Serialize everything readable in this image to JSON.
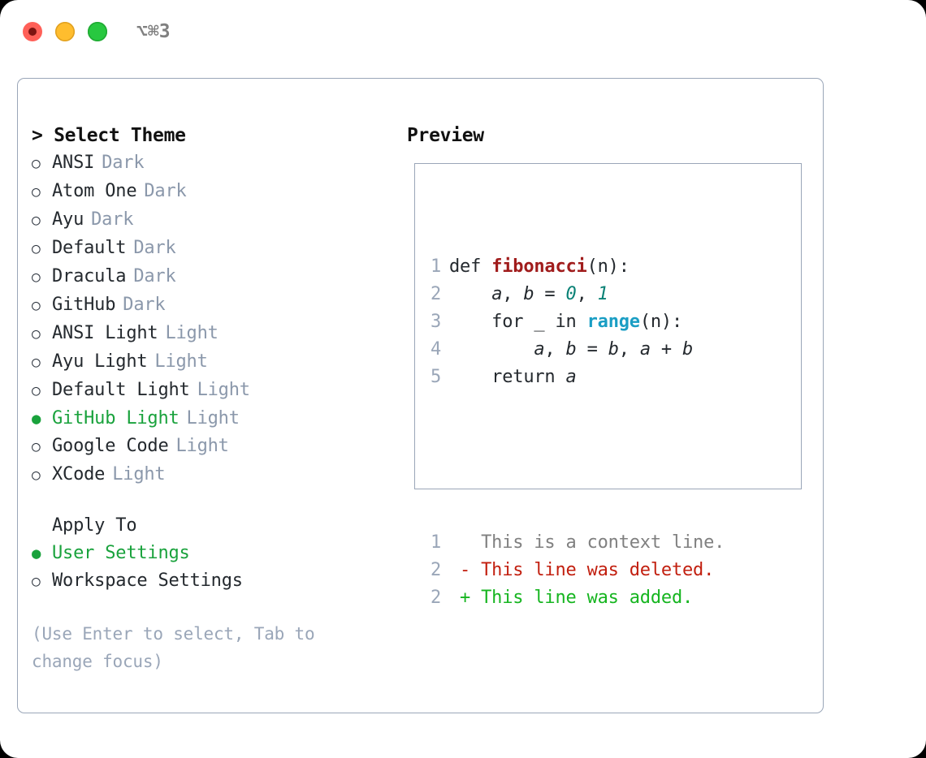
{
  "titlebar": {
    "shortcut": "⌥⌘3",
    "buttons": {
      "close": "close",
      "minimize": "minimize",
      "maximize": "maximize"
    }
  },
  "theme_picker": {
    "heading": "> Select Theme",
    "bullet_unselected": "○",
    "bullet_selected": "●",
    "items": [
      {
        "name": "ANSI",
        "tag": "Dark",
        "selected": false
      },
      {
        "name": "Atom One",
        "tag": "Dark",
        "selected": false
      },
      {
        "name": "Ayu",
        "tag": "Dark",
        "selected": false
      },
      {
        "name": "Default",
        "tag": "Dark",
        "selected": false
      },
      {
        "name": "Dracula",
        "tag": "Dark",
        "selected": false
      },
      {
        "name": "GitHub",
        "tag": "Dark",
        "selected": false
      },
      {
        "name": "ANSI Light",
        "tag": "Light",
        "selected": false
      },
      {
        "name": "Ayu Light",
        "tag": "Light",
        "selected": false
      },
      {
        "name": "Default Light",
        "tag": "Light",
        "selected": false
      },
      {
        "name": "GitHub Light",
        "tag": "Light",
        "selected": true
      },
      {
        "name": "Google Code",
        "tag": "Light",
        "selected": false
      },
      {
        "name": "XCode",
        "tag": "Light",
        "selected": false
      }
    ]
  },
  "apply_to": {
    "heading": "Apply To",
    "items": [
      {
        "name": "User Settings",
        "selected": true
      },
      {
        "name": "Workspace Settings",
        "selected": false
      }
    ]
  },
  "hint": "(Use Enter to select, Tab to change focus)",
  "preview": {
    "heading": "Preview",
    "code_lines": [
      {
        "num": "1",
        "tokens": [
          {
            "text": "def ",
            "kind": "plain"
          },
          {
            "text": "fibonacci",
            "kind": "fn"
          },
          {
            "text": "(n):",
            "kind": "plain"
          }
        ]
      },
      {
        "num": "2",
        "tokens": [
          {
            "text": "    ",
            "kind": "plain"
          },
          {
            "text": "a",
            "kind": "var"
          },
          {
            "text": ", ",
            "kind": "plain"
          },
          {
            "text": "b",
            "kind": "var"
          },
          {
            "text": " = ",
            "kind": "plain"
          },
          {
            "text": "0",
            "kind": "num"
          },
          {
            "text": ", ",
            "kind": "plain"
          },
          {
            "text": "1",
            "kind": "num"
          }
        ]
      },
      {
        "num": "3",
        "tokens": [
          {
            "text": "    for ",
            "kind": "plain"
          },
          {
            "text": "_",
            "kind": "plain"
          },
          {
            "text": " in ",
            "kind": "plain"
          },
          {
            "text": "range",
            "kind": "builtin"
          },
          {
            "text": "(n):",
            "kind": "plain"
          }
        ]
      },
      {
        "num": "4",
        "tokens": [
          {
            "text": "        ",
            "kind": "plain"
          },
          {
            "text": "a",
            "kind": "var"
          },
          {
            "text": ", ",
            "kind": "plain"
          },
          {
            "text": "b",
            "kind": "var"
          },
          {
            "text": " = ",
            "kind": "plain"
          },
          {
            "text": "b",
            "kind": "var"
          },
          {
            "text": ", ",
            "kind": "plain"
          },
          {
            "text": "a",
            "kind": "var"
          },
          {
            "text": " + ",
            "kind": "plain"
          },
          {
            "text": "b",
            "kind": "var"
          }
        ]
      },
      {
        "num": "5",
        "tokens": [
          {
            "text": "    return ",
            "kind": "plain"
          },
          {
            "text": "a",
            "kind": "var"
          }
        ]
      }
    ],
    "diff_lines": [
      {
        "num": "1",
        "marker": " ",
        "text": "This is a context line.",
        "kind": "ctx"
      },
      {
        "num": "2",
        "marker": "-",
        "text": "This line was deleted.",
        "kind": "del"
      },
      {
        "num": "2",
        "marker": "+",
        "text": "This line was added.",
        "kind": "add"
      }
    ]
  },
  "colors": {
    "selected_green": "#19a23c",
    "muted_blue_gray": "#8b98ab",
    "border": "#9aa6b8",
    "diff_add": "#16b520",
    "diff_del": "#c21f0f",
    "fn_red": "#a01c1c",
    "builtin_cyan": "#1a9ec4",
    "num_teal": "#0b8276"
  }
}
